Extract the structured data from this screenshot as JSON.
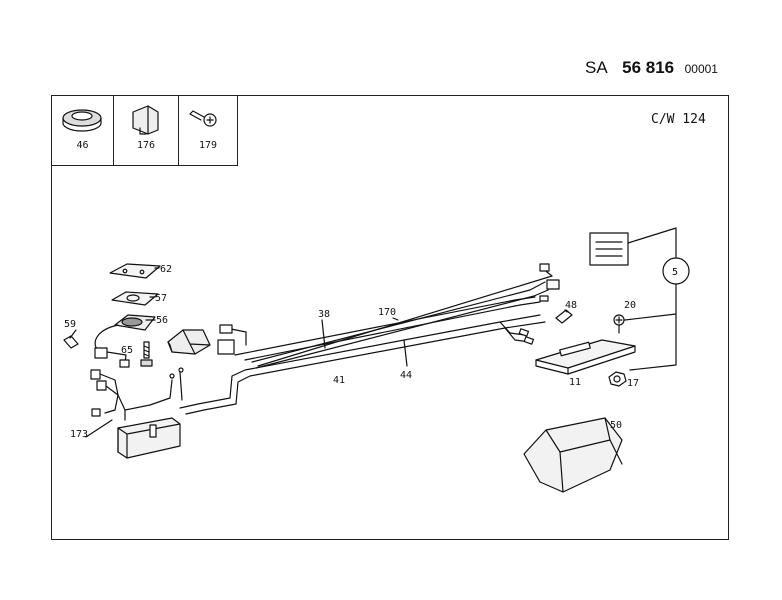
{
  "header": {
    "prefix": "SA",
    "number": "56 816",
    "sheet": "00001"
  },
  "model_label": "C/W 124",
  "insets": [
    {
      "label": "46",
      "icon": "grommet-icon"
    },
    {
      "label": "176",
      "icon": "clip-icon"
    },
    {
      "label": "179",
      "icon": "screw-icon"
    }
  ],
  "callouts": {
    "c62": "62",
    "c57": "57",
    "c56": "56",
    "c59": "59",
    "c65": "65",
    "c173": "173",
    "c38": "38",
    "c170": "170",
    "c48": "48",
    "c20": "20",
    "c41": "41",
    "c44": "44",
    "c11": "11",
    "c17": "17",
    "c50": "50",
    "c5": "5"
  }
}
